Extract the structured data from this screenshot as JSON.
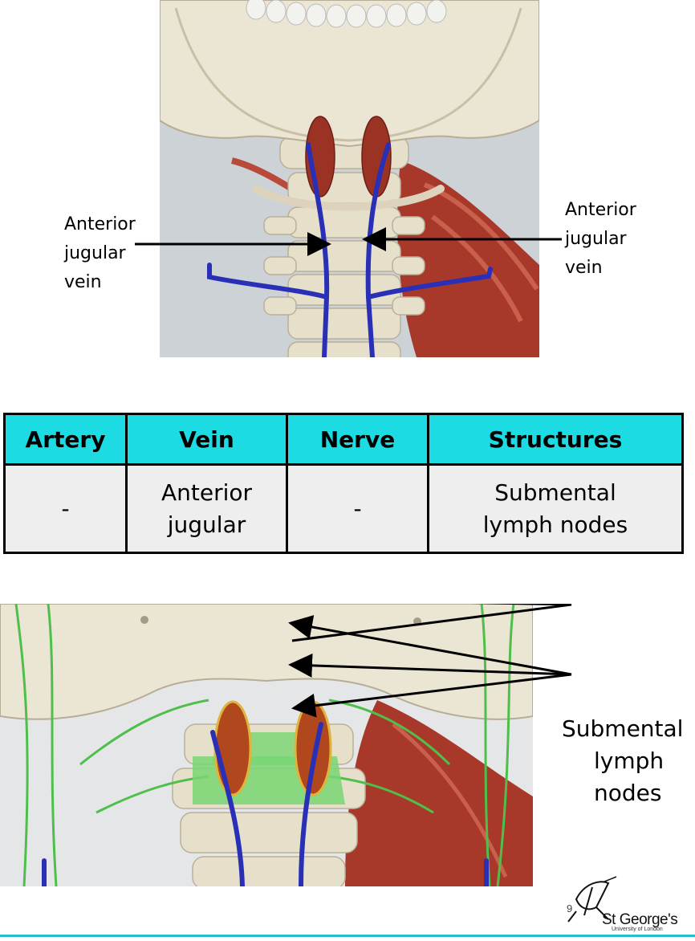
{
  "top_figure": {
    "label_left": [
      "Anterior",
      "jugular",
      "vein"
    ],
    "label_right": [
      "Anterior",
      "jugular",
      "vein"
    ]
  },
  "table": {
    "headers": [
      "Artery",
      "Vein",
      "Nerve",
      "Structures"
    ],
    "row": [
      [
        "-"
      ],
      [
        "Anterior",
        "jugular"
      ],
      [
        "-"
      ],
      [
        "Submental",
        "lymph nodes"
      ]
    ]
  },
  "bottom_figure": {
    "label": [
      "Submental",
      "lymph",
      "nodes"
    ]
  },
  "footer": {
    "page_number": "9",
    "logo_title": "St George's",
    "logo_subtitle": "University of London"
  },
  "colors": {
    "table_header": "#1ddbe2",
    "table_cell": "#eeeeee",
    "vein": "#2a2fb8",
    "lymph": "#4fbf4c",
    "muscle": "#a8392a",
    "bone": "#e9e2cd",
    "footer_line": "#27bcd2"
  }
}
